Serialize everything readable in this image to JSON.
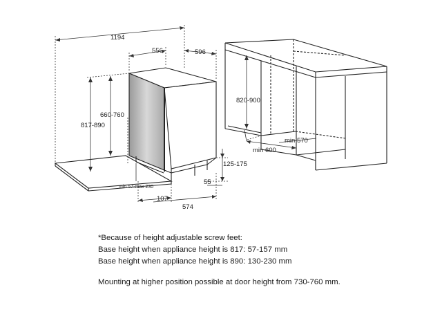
{
  "dimensions": {
    "total_width": "1194",
    "body_depth": "556",
    "front_width": "596",
    "overall_height": "817-890",
    "body_height": "660-760",
    "plinth_range": "min 57-max 230",
    "foot_depth": "107",
    "base_depth": "574",
    "kick_height": "125-175",
    "kick_depth": "55",
    "niche_height": "820-900",
    "niche_width": "min 600",
    "niche_depth": "min 570"
  },
  "notes": {
    "line1": "*Because of height adjustable screw feet:",
    "line2": "Base height when appliance height is 817: 57-157 mm",
    "line3": "Base height when appliance height is 890: 130-230 mm",
    "line4": "Mounting at higher position possible at door height from 730-760 mm."
  }
}
